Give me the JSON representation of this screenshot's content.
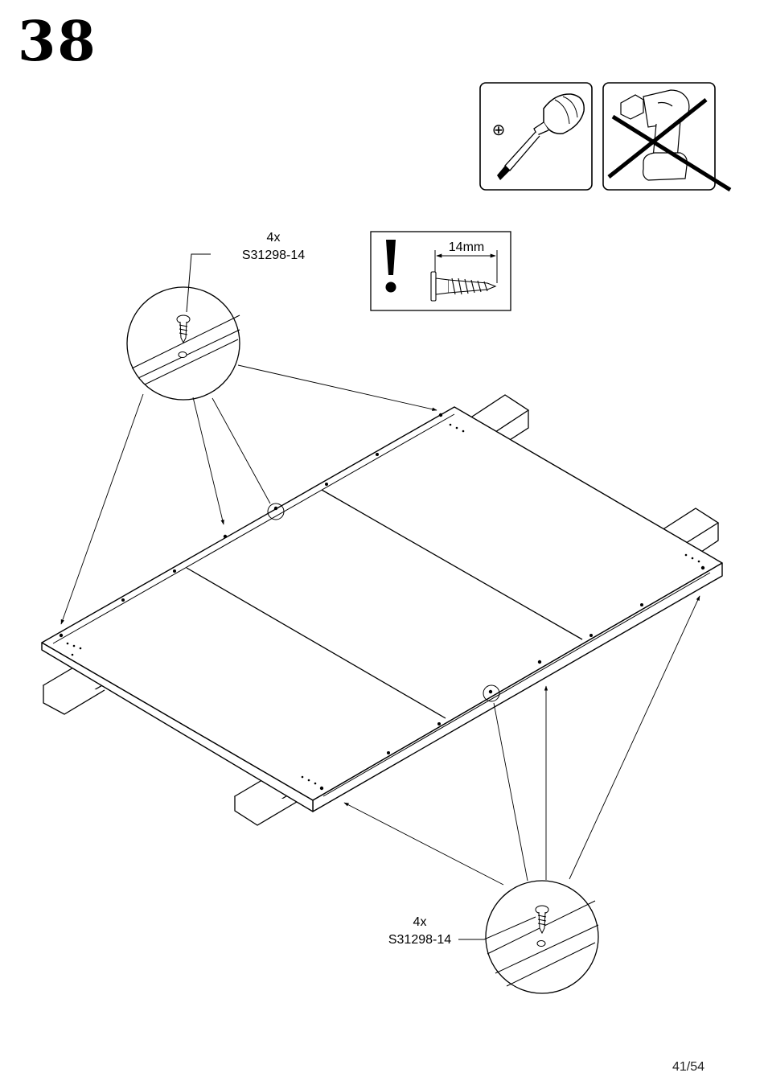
{
  "step_number": "38",
  "page_number": "41/54",
  "tools": {
    "screwdriver": {
      "symbol": "⊕",
      "icon": "phillips-screwdriver-icon",
      "allowed": true
    },
    "drill": {
      "icon": "cordless-drill-icon",
      "allowed": false
    }
  },
  "notice": {
    "icon": "exclamation-icon",
    "screw_length": "14mm"
  },
  "callout_top": {
    "quantity": "4x",
    "part_code": "S31298-14"
  },
  "callout_bottom": {
    "quantity": "4x",
    "part_code": "S31298-14"
  }
}
